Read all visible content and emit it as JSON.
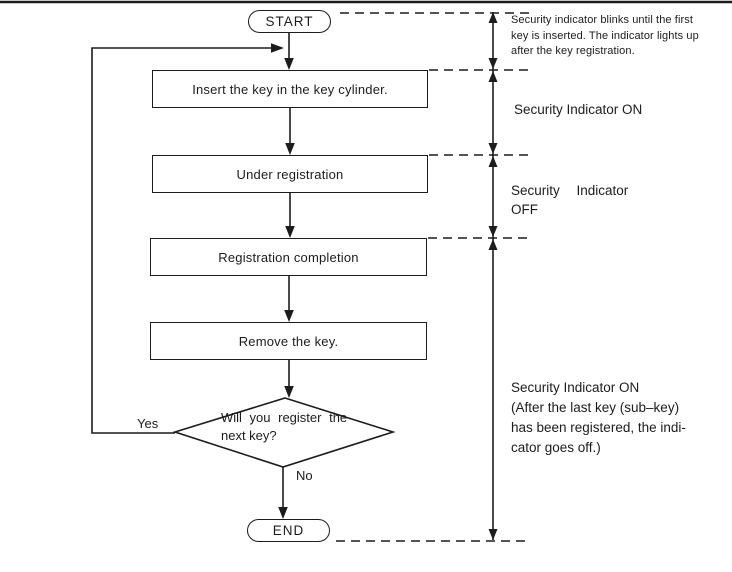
{
  "page": {
    "background": "#ffffff",
    "ink": "#1c1c1c"
  },
  "flowchart": {
    "start": "START",
    "steps": [
      "Insert the key in the key cylinder.",
      "Under registration",
      "Registration completion",
      "Remove the key."
    ],
    "decision": {
      "lines": [
        "Will you register the",
        "next key?"
      ],
      "yes": "Yes",
      "no": "No"
    },
    "end": "END"
  },
  "annotations": {
    "blink_note": {
      "lines": [
        "Security indicator blinks until the first",
        "key is inserted. The indicator lights up",
        "after the key registration."
      ]
    },
    "indicator_on": "Security Indicator ON",
    "indicator_off": {
      "lines": [
        "Security Indicator",
        "OFF"
      ]
    },
    "indicator_on_after": {
      "lines": [
        "Security Indicator ON",
        "(After the last key (sub–key)",
        "has been registered, the indi-",
        "cator goes off.)"
      ]
    }
  }
}
